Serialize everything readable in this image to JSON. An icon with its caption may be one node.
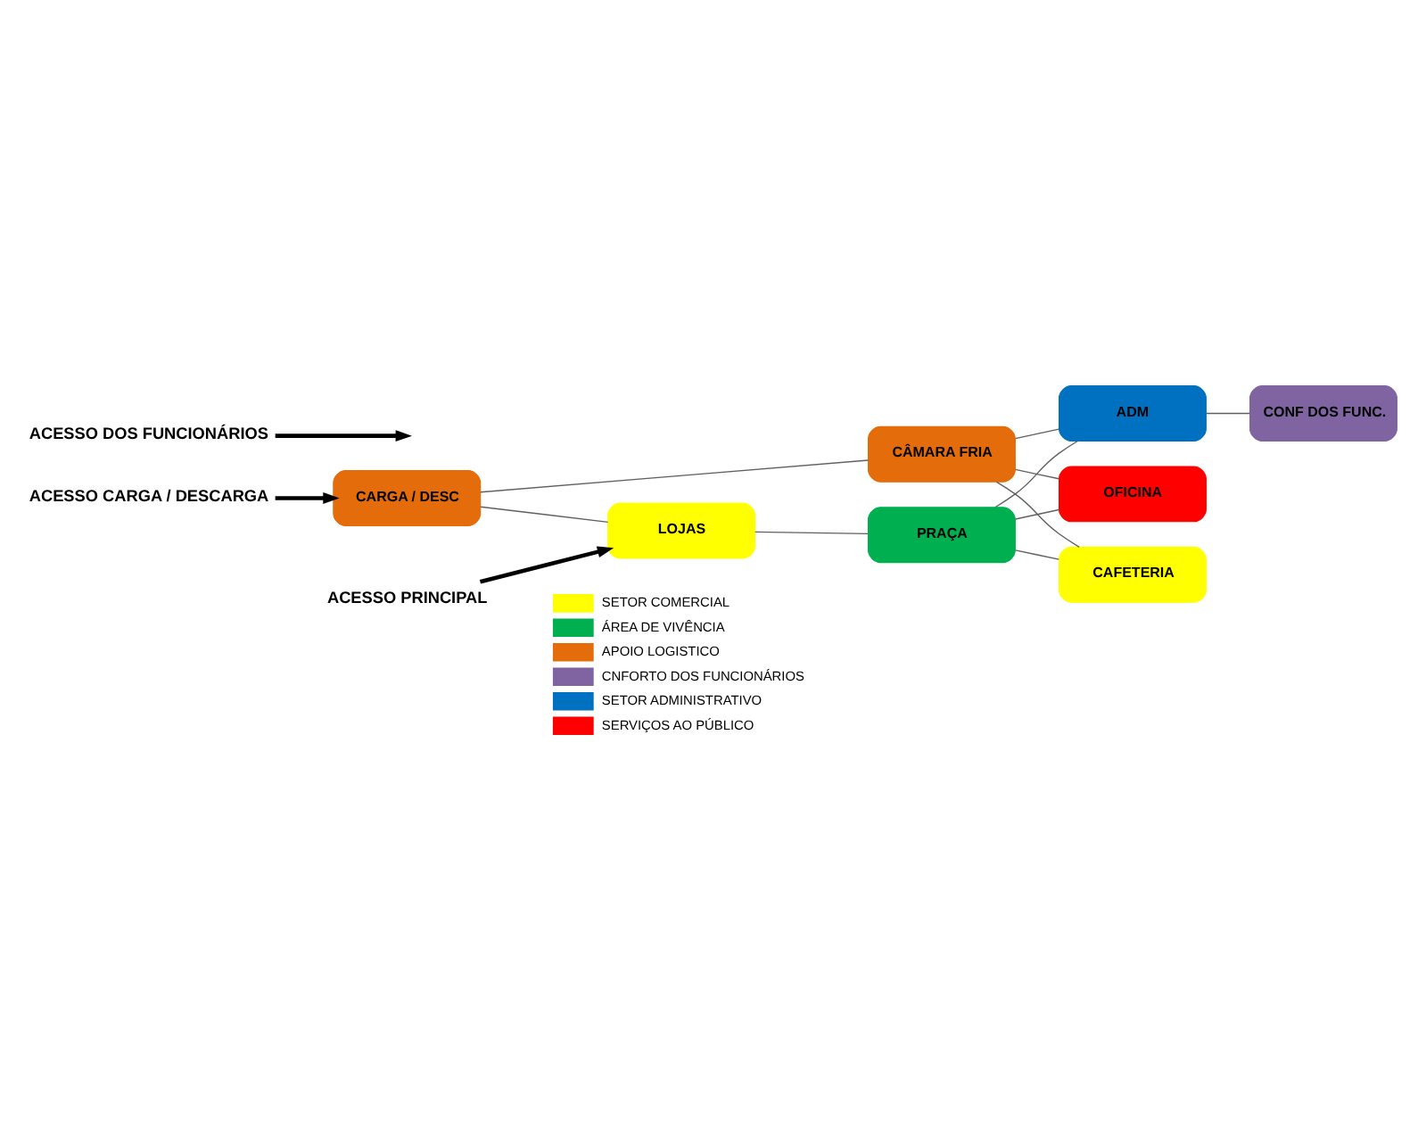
{
  "diagram": {
    "nodes": [
      {
        "text": [
          "ACESSO CARGA / DESCARGA"
        ]
      },
      {
        "text": [
          "ACESSO DOS FUNCIONÁRIOS"
        ]
      },
      {
        "text": [
          "CARGA / DESC"
        ]
      },
      {
        "text": [
          "CÂMARA FRIA"
        ]
      },
      {
        "text": [
          "LOJAS"
        ]
      },
      {
        "text": [
          "PRAÇA"
        ]
      },
      {
        "text": [
          "ADM"
        ]
      },
      {
        "text": [
          "CONF DOS FUNC."
        ]
      },
      {
        "text": [
          "OFICINA"
        ]
      },
      {
        "text": [
          "CAFETERIA"
        ]
      },
      {
        "text": [
          "ACESSO PRINCIPAL"
        ]
      }
    ],
    "edges": [
      {
        "from": 0,
        "to": 2,
        "arrow": "to",
        "style": "thick",
        "color": "#000000"
      },
      {
        "from": 1,
        "to": null,
        "arrow": "to",
        "style": "thick",
        "color": "#000000"
      },
      {
        "from": 2,
        "to": 3,
        "arrow": "none"
      },
      {
        "from": 2,
        "to": 4,
        "arrow": "none"
      },
      {
        "from": 4,
        "to": 5,
        "arrow": "none"
      },
      {
        "from": 10,
        "to": 4,
        "arrow": "to",
        "style": "thick",
        "color": "#000000"
      },
      {
        "from": 3,
        "to": 6,
        "arrow": "none"
      },
      {
        "from": 3,
        "to": 8,
        "arrow": "none"
      },
      {
        "from": 3,
        "to": 9,
        "arrow": "none"
      },
      {
        "from": 5,
        "to": 6,
        "arrow": "none"
      },
      {
        "from": 5,
        "to": 8,
        "arrow": "none"
      },
      {
        "from": 5,
        "to": 9,
        "arrow": "none"
      },
      {
        "from": 6,
        "to": 7,
        "arrow": "none"
      }
    ],
    "legend": [
      {
        "text": "SETOR COMERCIAL",
        "color": "#ffff00"
      },
      {
        "text": "ÁREA DE VIVÊNCIA",
        "color": "#00b050"
      },
      {
        "text": "APOIO LOGISTICO",
        "color": "#e46c0a"
      },
      {
        "text": "CNFORTO DOS FUNCIONÁRIOS",
        "color": "#8064a2"
      },
      {
        "text": "SETOR ADMINISTRATIVO",
        "color": "#0070c0"
      },
      {
        "text": "SERVIÇOS AO PÚBLICO",
        "color": "#ff0000"
      }
    ]
  }
}
